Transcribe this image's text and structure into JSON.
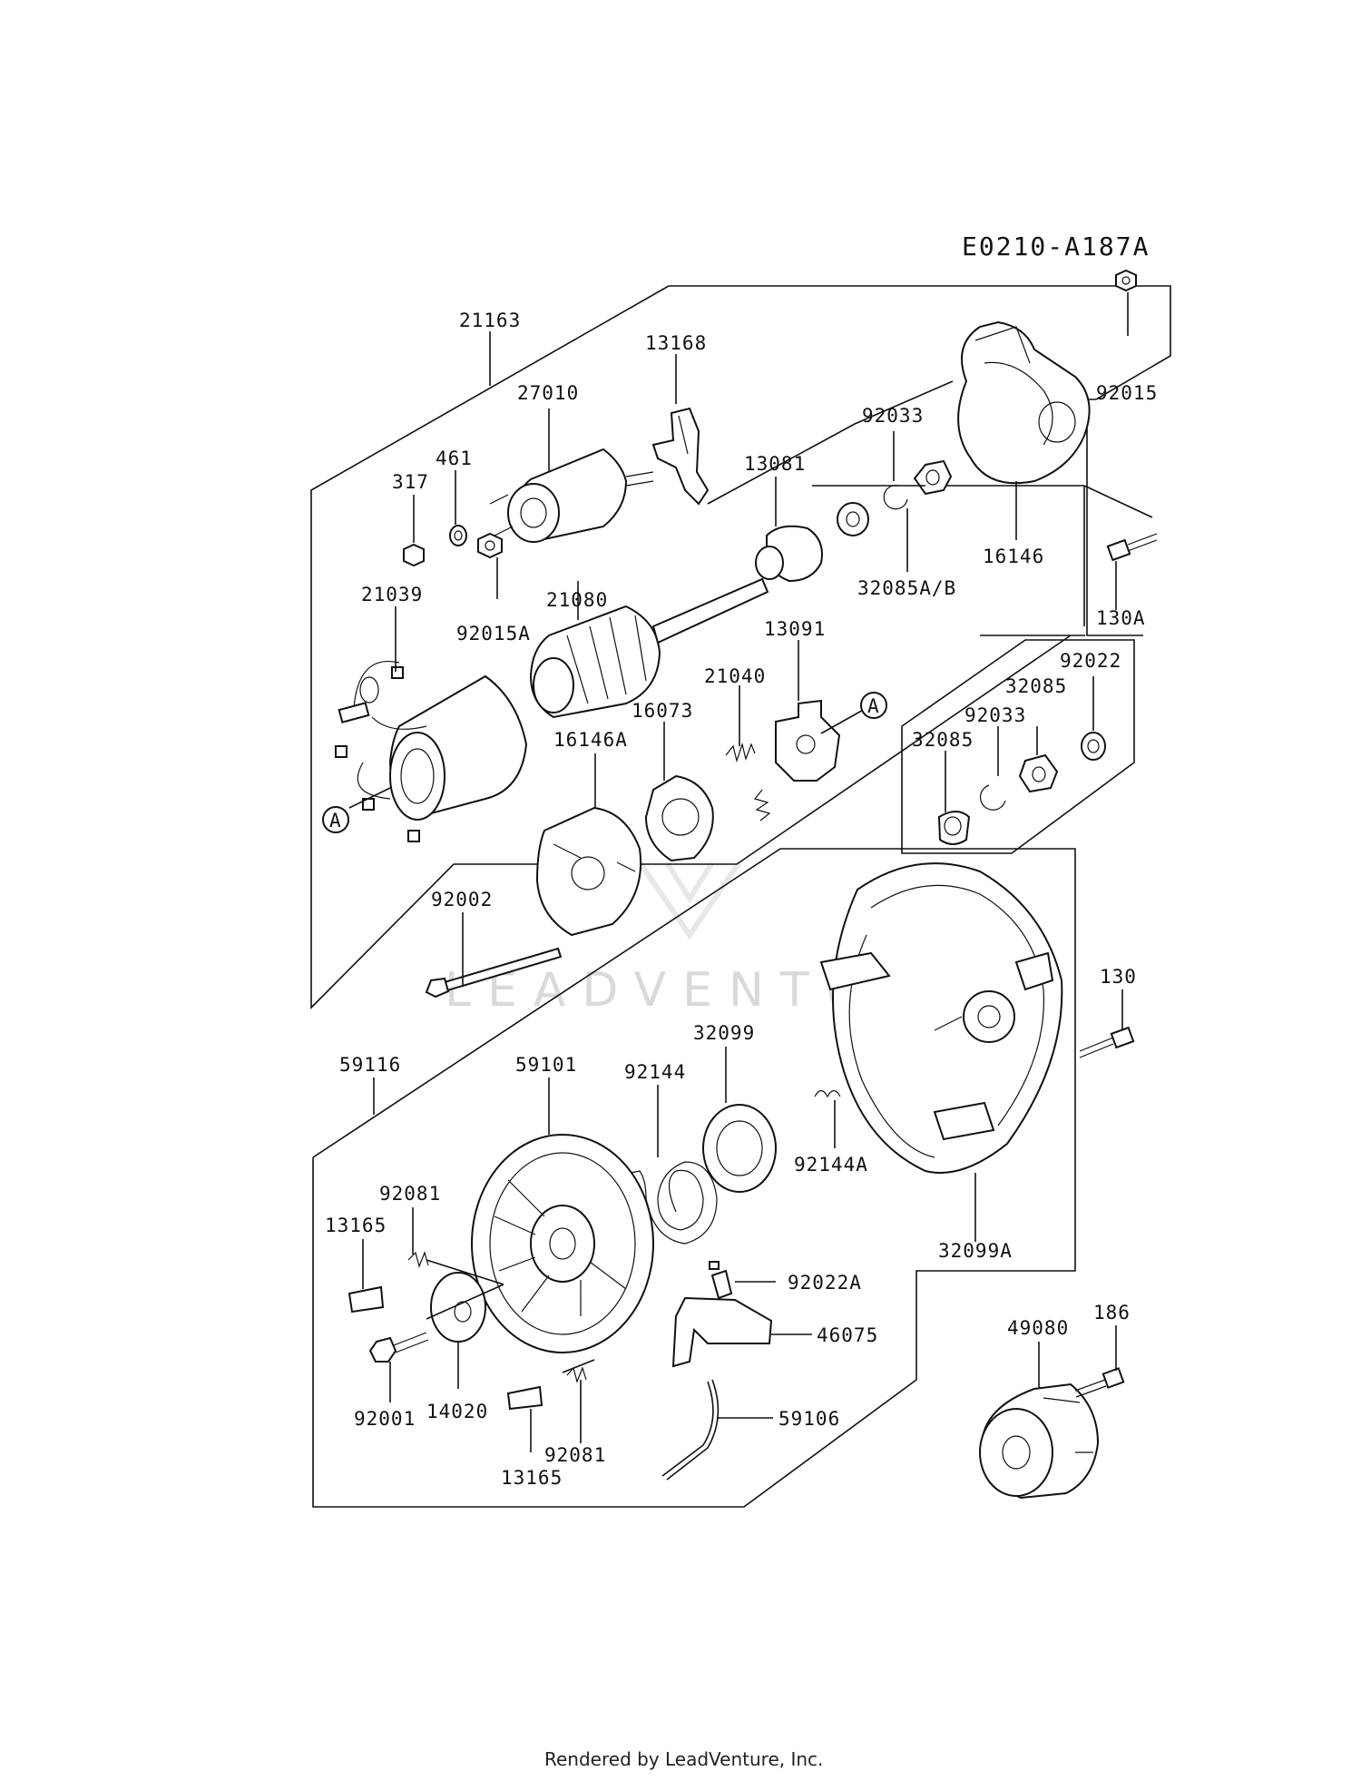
{
  "diagram_code": "E0210-A187A",
  "footer": "Rendered by LeadVenture, Inc.",
  "watermark": "LEADVENTURE",
  "callouts": {
    "c21163": "21163",
    "c13168": "13168",
    "c27010": "27010",
    "c92015": "92015",
    "c92033a": "92033",
    "c461": "461",
    "c317": "317",
    "c13081": "13081",
    "c16146": "16146",
    "c92015A": "92015A",
    "c21080": "21080",
    "c32085AB": "32085A/B",
    "c130A": "130A",
    "c21039": "21039",
    "c13091": "13091",
    "c92022": "92022",
    "c21040": "21040",
    "c32085a": "32085",
    "c16073": "16073",
    "c92033b": "92033",
    "c16146A": "16146A",
    "c32085b": "32085",
    "c92002": "92002",
    "c130": "130",
    "c59116": "59116",
    "c32099": "32099",
    "c59101": "59101",
    "c92144": "92144",
    "c92144A": "92144A",
    "c92081a": "92081",
    "c13165a": "13165",
    "c32099A": "32099A",
    "c92022A": "92022A",
    "c46075": "46075",
    "c186": "186",
    "c49080": "49080",
    "c59106": "59106",
    "c92001": "92001",
    "c14020": "14020",
    "c92081b": "92081",
    "c13165b": "13165",
    "markerA1": "A",
    "markerA2": "A"
  }
}
